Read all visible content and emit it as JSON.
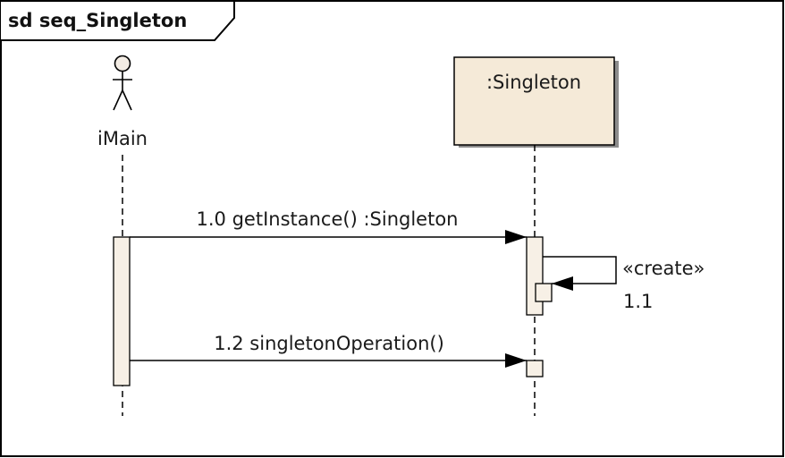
{
  "frame": {
    "label": "sd seq_Singleton"
  },
  "actor": {
    "name": "iMain"
  },
  "lifeline": {
    "name": ":Singleton"
  },
  "messages": [
    {
      "label": "1.0 getInstance() :Singleton"
    },
    {
      "stereotype": "«create»",
      "label": "1.1"
    },
    {
      "label": "1.2 singletonOperation()"
    }
  ],
  "colors": {
    "line": "#000000",
    "box_fill": "#f5ead8",
    "box_shadow": "#8c8c8c",
    "activation_fill": "#f7f0e6",
    "frame_border": "#000000"
  }
}
